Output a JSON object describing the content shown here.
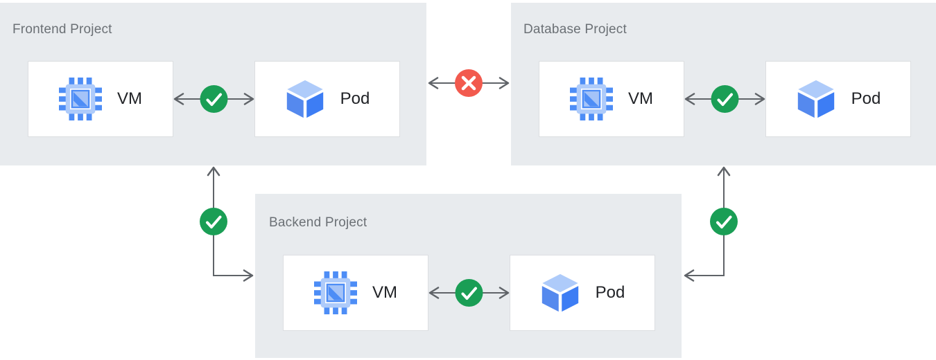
{
  "colors": {
    "page_bg": "#ffffff",
    "panel_bg": "#e8ebee",
    "box_bg": "#ffffff",
    "box_border": "#dcdee1",
    "title_text": "#6b7075",
    "label_text": "#212327",
    "line": "#5f6368",
    "success": "#1a9e55",
    "error": "#f25a4e",
    "icon_blue": "#4d8df6",
    "icon_light_blue": "#aecbfa"
  },
  "panels": [
    {
      "id": "frontend",
      "title": "Frontend Project",
      "nodes": [
        {
          "type": "vm",
          "label": "VM"
        },
        {
          "type": "pod",
          "label": "Pod"
        }
      ]
    },
    {
      "id": "database",
      "title": "Database Project",
      "nodes": [
        {
          "type": "vm",
          "label": "VM"
        },
        {
          "type": "pod",
          "label": "Pod"
        }
      ]
    },
    {
      "id": "backend",
      "title": "Backend Project",
      "nodes": [
        {
          "type": "vm",
          "label": "VM"
        },
        {
          "type": "pod",
          "label": "Pod"
        }
      ]
    }
  ],
  "connections": [
    {
      "from": "frontend-vm",
      "to": "frontend-pod",
      "status": "allowed",
      "icon": "check-icon"
    },
    {
      "from": "database-vm",
      "to": "database-pod",
      "status": "allowed",
      "icon": "check-icon"
    },
    {
      "from": "backend-vm",
      "to": "backend-pod",
      "status": "allowed",
      "icon": "check-icon"
    },
    {
      "from": "frontend-project",
      "to": "database-project",
      "status": "blocked",
      "icon": "cross-icon"
    },
    {
      "from": "frontend-project",
      "to": "backend-project",
      "status": "allowed",
      "icon": "check-icon"
    },
    {
      "from": "database-project",
      "to": "backend-project",
      "status": "allowed",
      "icon": "check-icon"
    }
  ]
}
